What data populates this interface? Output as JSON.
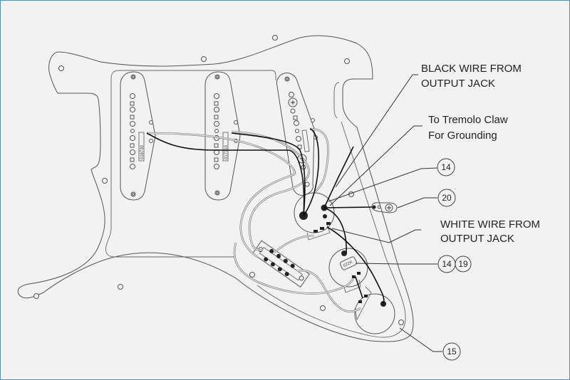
{
  "diagram": {
    "title": "Stratocaster pickguard wiring diagram",
    "annotations": {
      "black_wire": [
        "BLACK WIRE FROM",
        "OUTPUT JACK"
      ],
      "tremolo_claw": [
        "To Tremolo Claw",
        "For Grounding"
      ],
      "white_wire": [
        "WHITE WIRE FROM",
        "OUTPUT JACK"
      ]
    },
    "callouts": {
      "volume_pot": "14",
      "ground_lug": "20",
      "tone_pot_a": "14",
      "tone_pot_b": "19",
      "tone_pot_2": "15"
    },
    "pickups": {
      "neck_label": "016730",
      "middle_label": "017310"
    },
    "capacitor_label": "022K",
    "colors": {
      "background": "#f2f2f2",
      "frame": "#5a8ab8",
      "line": "#555555",
      "black_wire": "#111111",
      "gray_wire": "#777777"
    }
  }
}
